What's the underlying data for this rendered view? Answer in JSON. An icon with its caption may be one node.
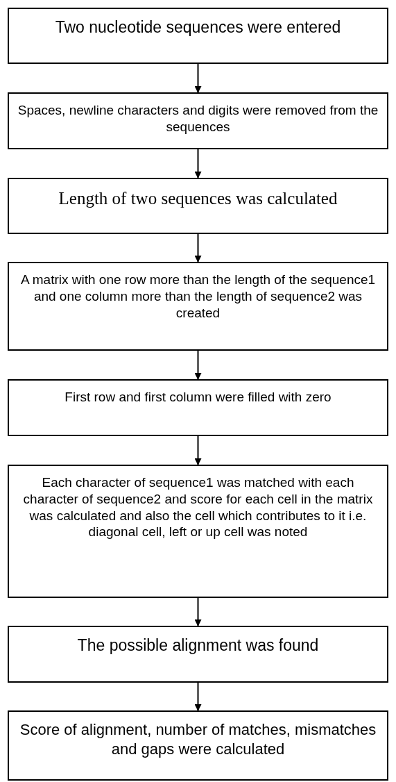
{
  "diagram": {
    "nodes": [
      {
        "text": [
          "Two nucleotide sequences were entered"
        ]
      },
      {
        "text": [
          "Spaces, newline characters and digits were removed from the sequences"
        ]
      },
      {
        "text": [
          "Length of two sequences was calculated"
        ]
      },
      {
        "text": [
          "A matrix with one row more than the length of the sequence1 and one column more than the length of sequence2 was created"
        ]
      },
      {
        "text": [
          "First row and first column were filled with zero"
        ]
      },
      {
        "text": [
          "Each character of sequence1 was matched with each character of sequence2 and score for each cell in the matrix was calculated and also the cell which contributes to it i.e. diagonal cell, left or up cell was noted"
        ]
      },
      {
        "text": [
          "The possible alignment was found"
        ]
      },
      {
        "text": [
          "Score of alignment, number of matches, mismatches and gaps were calculated"
        ]
      }
    ],
    "edges": [
      {
        "from": 0,
        "to": 1,
        "arrow": "to"
      },
      {
        "from": 1,
        "to": 2,
        "arrow": "to"
      },
      {
        "from": 2,
        "to": 3,
        "arrow": "to"
      },
      {
        "from": 3,
        "to": 4,
        "arrow": "to"
      },
      {
        "from": 4,
        "to": 5,
        "arrow": "to"
      },
      {
        "from": 5,
        "to": 6,
        "arrow": "to"
      },
      {
        "from": 6,
        "to": 7,
        "arrow": "to"
      }
    ]
  }
}
